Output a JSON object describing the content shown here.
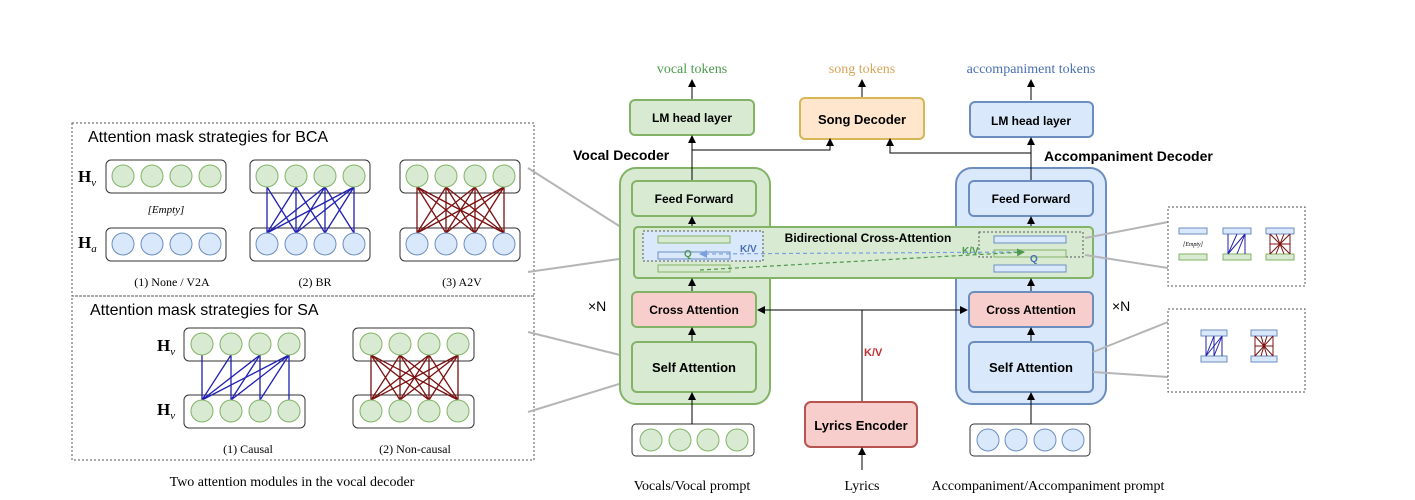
{
  "left_panel": {
    "bca_title": "Attention mask strategies for BCA",
    "sa_title": "Attention mask strategies for SA",
    "hv_label": "H",
    "hv_sub": "v",
    "ha_label": "H",
    "ha_sub": "a",
    "empty_label": "[Empty]",
    "bca_captions": [
      "(1) None / V2A",
      "(2) BR",
      "(3) A2V"
    ],
    "sa_captions": [
      "(1) Causal",
      "(2) Non-causal"
    ],
    "caption": "Two attention modules in the vocal decoder"
  },
  "outputs": {
    "vocal_tokens": "vocal tokens",
    "song_tokens": "song tokens",
    "accompaniment_tokens": "accompaniment tokens"
  },
  "blocks": {
    "lm_head_left": "LM head layer",
    "song_decoder": "Song Decoder",
    "lm_head_right": "LM head layer",
    "vocal_decoder_title": "Vocal Decoder",
    "accompaniment_decoder_title": "Accompaniment Decoder",
    "feed_forward": "Feed Forward",
    "bca": "Bidirectional Cross-Attention",
    "cross_attention": "Cross Attention",
    "self_attention": "Self Attention",
    "lyrics_encoder": "Lyrics Encoder",
    "kv": "K/V",
    "q": "Q",
    "xn": "×N"
  },
  "inputs": {
    "vocal_prompt": "Vocals/Vocal prompt",
    "lyrics": "Lyrics",
    "accompaniment_prompt": "Accompaniment/Accompaniment prompt"
  },
  "colors": {
    "green_fill": "#d9ead3",
    "green_stroke": "#82b366",
    "blue_fill": "#dae8fc",
    "blue_stroke": "#6c8ebf",
    "orange_fill": "#ffe6cc",
    "orange_stroke": "#d6b656",
    "red_fill": "#f8cecc",
    "red_stroke": "#b85450",
    "blue_line": "#2020b0",
    "brown_line": "#7a1010",
    "vocal_text": "#4d9a4d",
    "song_text": "#d8a45a",
    "acc_text": "#4a6fb5",
    "kv_red": "#c03030"
  }
}
